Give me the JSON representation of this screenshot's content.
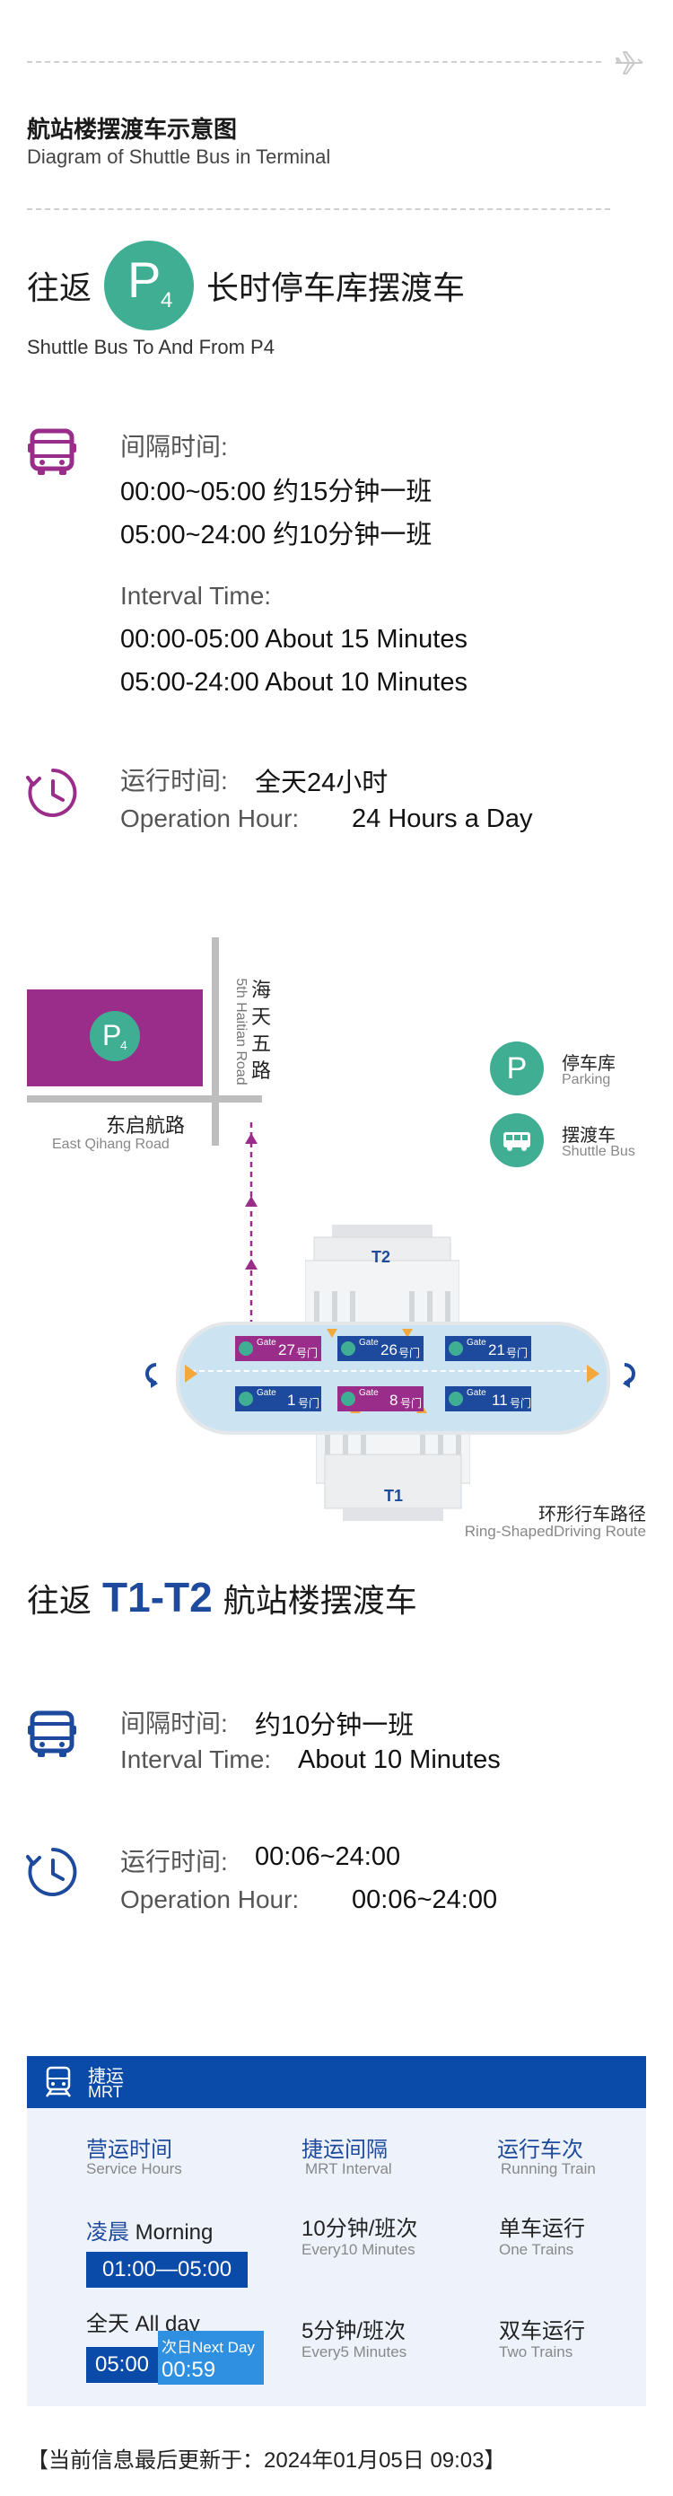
{
  "header": {
    "title_zh": "航站楼摆渡车示意图",
    "title_en": "Diagram of Shuttle Bus in Terminal"
  },
  "p4": {
    "prefix": "往返",
    "badge_letter": "P",
    "badge_sub": "4",
    "suffix": "长时停车库摆渡车",
    "subtitle_en": "Shuttle Bus To And From P4",
    "interval_label_zh": "间隔时间:",
    "interval_lines_zh": [
      "00:00~05:00 约15分钟一班",
      "05:00~24:00 约10分钟一班"
    ],
    "interval_label_en": "Interval Time:",
    "interval_lines_en": [
      "00:00-05:00 About 15 Minutes",
      "05:00-24:00 About 10 Minutes"
    ],
    "op_label_zh": "运行时间:",
    "op_value_zh": "全天24小时",
    "op_label_en": "Operation Hour:",
    "op_value_en": "24 Hours a Day"
  },
  "map": {
    "road_vertical": "5th Haitian Road",
    "road_vertical_zh": [
      "海",
      "天",
      "五",
      "路"
    ],
    "road_horizontal_zh": "东启航路",
    "road_horizontal_en": "East Qihang Road",
    "parking_badge": "P",
    "parking_badge_sub": "4",
    "legend_parking_zh": "停车库",
    "legend_parking_en": "Parking",
    "legend_parking_icon": "P",
    "legend_shuttle_zh": "摆渡车",
    "legend_shuttle_en": "Shuttle Bus",
    "terminal_t2": "T2",
    "terminal_t1": "T1",
    "gates_top": [
      {
        "gate": "Gate",
        "num": "27",
        "unit": "号门",
        "color": "#9b2d8a"
      },
      {
        "gate": "Gate",
        "num": "26",
        "unit": "号门",
        "color": "#1d4a9c"
      },
      {
        "gate": "Gate",
        "num": "21",
        "unit": "号门",
        "color": "#1d4a9c"
      }
    ],
    "gates_bottom": [
      {
        "gate": "Gate",
        "num": "1",
        "unit": "号门",
        "color": "#1d4a9c"
      },
      {
        "gate": "Gate",
        "num": "8",
        "unit": "号门",
        "color": "#9b2d8a"
      },
      {
        "gate": "Gate",
        "num": "11",
        "unit": "号门",
        "color": "#1d4a9c"
      }
    ],
    "ring_zh": "环形行车路径",
    "ring_en": "Ring-ShapedDriving Route",
    "colors": {
      "parking": "#9b2d8a",
      "green": "#3fae93",
      "ring": "#cce4f2",
      "arrow": "#f3a83b"
    }
  },
  "t12": {
    "prefix": "往返",
    "highlight": "T1-T2",
    "suffix": "航站楼摆渡车",
    "interval_label_zh": "间隔时间:",
    "interval_value_zh": "约10分钟一班",
    "interval_label_en": "Interval Time:",
    "interval_value_en": "About 10 Minutes",
    "op_label_zh": "运行时间:",
    "op_value_zh": "00:06~24:00",
    "op_label_en": "Operation Hour:",
    "op_value_en": "00:06~24:00"
  },
  "mrt": {
    "title_zh": "捷运",
    "title_en": "MRT",
    "col1_zh": "营运时间",
    "col1_en": "Service Hours",
    "col2_zh": "捷运间隔",
    "col2_en": "MRT Interval",
    "col3_zh": "运行车次",
    "col3_en": "Running Train",
    "row1_label_zh": "凌晨",
    "row1_label_en": "Morning",
    "row1_time": "01:00—05:00",
    "row1_interval_zh": "10分钟/班次",
    "row1_interval_en": "Every10 Minutes",
    "row1_train_zh": "单车运行",
    "row1_train_en": "One Trains",
    "row2_label_zh": "全天",
    "row2_label_en": "All day",
    "row2_time_start": "05:00",
    "row2_next_day": "次日Next Day",
    "row2_time_end": "00:59",
    "row2_interval_zh": "5分钟/班次",
    "row2_interval_en": "Every5 Minutes",
    "row2_train_zh": "双车运行",
    "row2_train_en": "Two Trains"
  },
  "footer": {
    "updated": "【当前信息最后更新于：2024年01月05日 09:03】"
  },
  "colors": {
    "accent_purple": "#9b2d8a",
    "accent_blue": "#1d4a9c",
    "mrt_blue": "#0a4aa8"
  }
}
